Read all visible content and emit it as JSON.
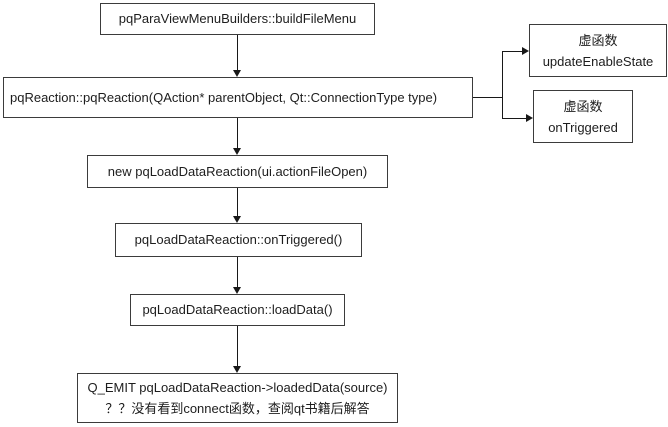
{
  "diagram": {
    "title": "pqLoadDataReaction call flow",
    "colors": {
      "background": "#ffffff",
      "node_border": "#3b3b3b",
      "text": "#1d1d1d",
      "connector": "#181818"
    },
    "nodes": {
      "build_file_menu": {
        "label": "pqParaViewMenuBuilders::buildFileMenu"
      },
      "pq_reaction_ctor": {
        "label": "pqReaction::pqReaction(QAction* parentObject, Qt::ConnectionType type)"
      },
      "virtual_update_enable_state": {
        "line1": "虚函数",
        "line2": "updateEnableState"
      },
      "virtual_on_triggered": {
        "line1": "虚函数",
        "line2": "onTriggered"
      },
      "new_load_data_reaction": {
        "label": "new pqLoadDataReaction(ui.actionFileOpen)"
      },
      "load_data_reaction_on_triggered": {
        "label": "pqLoadDataReaction::onTriggered()"
      },
      "load_data_reaction_load_data": {
        "label": "pqLoadDataReaction::loadData()"
      },
      "emit_loaded_data": {
        "line1": "Q_EMIT pqLoadDataReaction->loadedData(source)",
        "line2": "？？没有看到connect函数，查阅qt书籍后解答"
      }
    }
  }
}
